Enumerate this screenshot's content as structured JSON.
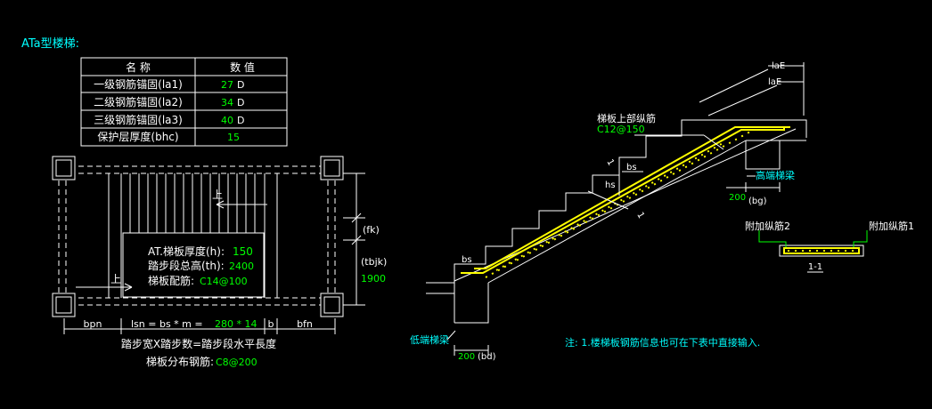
{
  "title": "ATa型楼梯:",
  "table": {
    "header": [
      "名  称",
      "数  值"
    ],
    "rows": [
      {
        "name": "一级钢筋锚固(la1)",
        "value": "27",
        "unit": "D"
      },
      {
        "name": "二级钢筋锚固(la2)",
        "value": "34",
        "unit": "D"
      },
      {
        "name": "三级钢筋锚固(la3)",
        "value": "40",
        "unit": "D"
      },
      {
        "name": "保护层厚度(bhc)",
        "value": "15",
        "unit": ""
      }
    ]
  },
  "plan": {
    "up1": "上",
    "up2": "上",
    "thickness_label": "AT.梯板厚度(h):",
    "thickness_value": "150",
    "height_label": "踏步段总高(th):",
    "height_value": "2400",
    "rebar_label": "梯板配筋:",
    "rebar_value": "C14@100",
    "fk": "(fk)",
    "tbjk": "(tbjk)",
    "tbjk_value": "1900",
    "bpn": "bpn",
    "lsn_label": "lsn = bs * m =",
    "lsn_value": "280 * 14",
    "b": "b",
    "bfn": "bfn",
    "formula": "踏步宽X踏步数=踏步段水平長度",
    "dist_label": "梯板分布钢筋:",
    "dist_value": "C8@200"
  },
  "section": {
    "laE": "laE",
    "laE2": "laE",
    "top_rebar_label": "梯板上部纵筋",
    "top_rebar_value": "C12@150",
    "high_beam": "高端梯梁",
    "bg_value": "200",
    "bg_label": "(bg)",
    "bs1": "bs",
    "bs2": "bs",
    "hs": "hs",
    "mark1": "1",
    "mark2": "1",
    "low_beam": "低端梯梁",
    "bd_value": "200",
    "bd_label": "(bd)",
    "extra2": "附加纵筋2",
    "extra1": "附加纵筋1",
    "section_mark": "1-1"
  },
  "note": "注: 1.楼梯板钢筋信息也可在下表中直接输入.",
  "colors": {
    "background": "#000000",
    "line": "#ffffff",
    "value": "#00ff00",
    "label": "#00ffff",
    "rebar": "#ffff00"
  }
}
